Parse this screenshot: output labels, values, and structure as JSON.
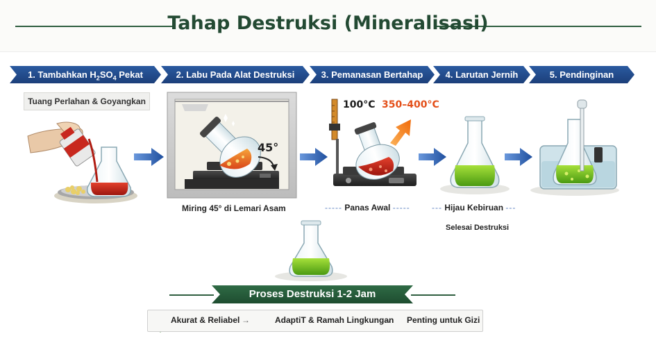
{
  "title": "Tahap Destruksi (Mineralisasi)",
  "steps": [
    {
      "prefix": "1. Tambahkan H",
      "sub1": "2",
      "mid": "SO",
      "sub2": "4",
      "suffix": " Pekat"
    },
    {
      "label": "2. Labu Pada Alat Destruksi"
    },
    {
      "label": "3. Pemanasan Bertahap"
    },
    {
      "label": "4. Larutan Jernih"
    },
    {
      "label": "5. Pendinginan"
    }
  ],
  "step1_tag": "Tuang Perlahan & Goyangkan",
  "step2_caption": "Miring 45° di Lemari Asam",
  "step2_angle": "45°",
  "step3_caption": "Panas Awal",
  "step3_temp_low": "100°C",
  "step3_temp_high": "350–400°C",
  "step4_caption": "Hijau Kebiruan",
  "step4_caption2": "Selesai Destruksi",
  "process_label": "Proses Destruksi 1-2 Jam",
  "benefits": [
    "Akurat & Reliabel",
    "AdaptiT & Ramah Lingkungan",
    "Penting untuk Gizi"
  ],
  "colors": {
    "title_green": "#234a33",
    "step_blue": "#2a5aa0",
    "acid_red": "#c8281e",
    "solution_green": "#6fc21a",
    "hot_orange": "#f07a12"
  }
}
